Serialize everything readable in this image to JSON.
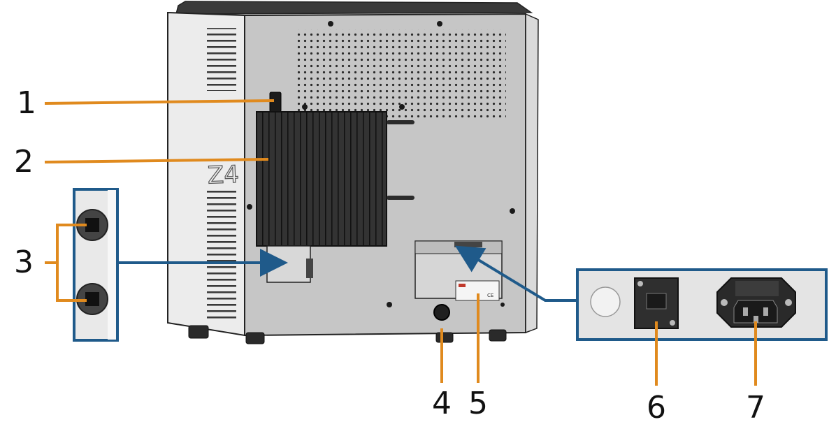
{
  "callouts": [
    {
      "number": "1"
    },
    {
      "number": "2"
    },
    {
      "number": "3"
    },
    {
      "number": "4"
    },
    {
      "number": "5"
    },
    {
      "number": "6"
    },
    {
      "number": "7"
    }
  ],
  "device": {
    "side_model_mark": "Z4",
    "label_ce_mark": "CE"
  },
  "colors": {
    "leader_orange": "#e08a1e",
    "detail_frame_blue": "#1f5a8a",
    "arrow_blue": "#1f5a8a",
    "housing_gray": "#c9c9c9",
    "side_panel_light": "#e7e7e7",
    "heatsink_dark": "#2c2c2c",
    "outline_dark": "#222222"
  }
}
